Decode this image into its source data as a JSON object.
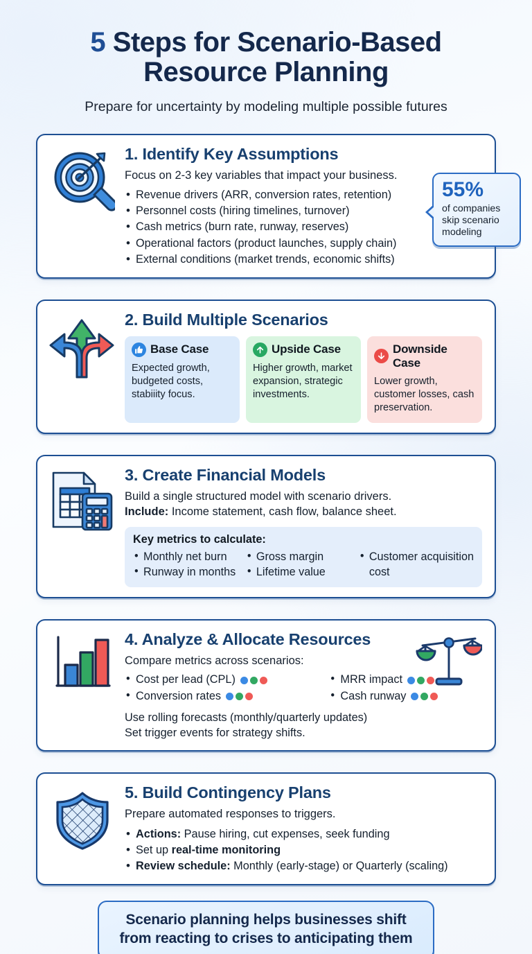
{
  "header": {
    "title_line1_num": "5",
    "title_line1_rest": " Steps for Scenario-Based",
    "title_line2": "Resource Planning",
    "subtitle": "Prepare for uncertainty by modeling multiple possible futures"
  },
  "steps": [
    {
      "icon": "target-magnifier-icon",
      "title": "1. Identify Key Assumptions",
      "lede": "Focus on 2-3 key variables that impact your business.",
      "bullets": [
        "Revenue drivers (ARR, conversion rates, retention)",
        "Personnel costs (hiring timelines, turnover)",
        "Cash metrics (burn rate, runway, reserves)",
        "Operational factors (product launches, supply chain)",
        "External conditions (market trends, economic shifts)"
      ],
      "stat": {
        "number": "55%",
        "text": "of companies skip scenario modeling"
      }
    },
    {
      "icon": "three-way-arrows-icon",
      "title": "2. Build Multiple Scenarios",
      "scenarios": [
        {
          "key": "base",
          "icon": "thumbs-up-icon",
          "name": "Base Case",
          "desc": "Expected growth, budgeted costs, stabiiity focus.",
          "color": "#2d85e0",
          "bg": "#dbeafb"
        },
        {
          "key": "up",
          "icon": "arrow-up-icon",
          "name": "Upside Case",
          "desc": "Higher growth, market expansion, strategic investments.",
          "color": "#27a862",
          "bg": "#d9f5e0"
        },
        {
          "key": "down",
          "icon": "arrow-down-icon",
          "name": "Downside Case",
          "desc": "Lower growth, customer losses, cash preservation.",
          "color": "#eb4b47",
          "bg": "#fbdfdd"
        }
      ]
    },
    {
      "icon": "spreadsheet-calculator-icon",
      "title": "3. Create Financial Models",
      "lede": "Build a single structured model with scenario drivers.",
      "lede2_bold": "Include:",
      "lede2_rest": " Income statement, cash flow, balance sheet.",
      "panel": {
        "title": "Key metrics to calculate:",
        "items": [
          "Monthly net burn",
          "Gross margin",
          "Customer acquisition",
          "Runway in months",
          "Lifetime value",
          "cost"
        ]
      }
    },
    {
      "icon": "bar-chart-icon",
      "icon_right": "balance-scales-icon",
      "title": "4. Analyze & Allocate Resources",
      "lede": "Compare metrics across scenarios:",
      "metrics": [
        "Cost per lead (CPL)",
        "MRR impact",
        "Conversion rates",
        "Cash runway"
      ],
      "dot_colors": [
        "#3b8ae4",
        "#32a862",
        "#ef5a56"
      ],
      "tail_line1": "Use rolling forecasts (monthly/quarterly updates)",
      "tail_line2": "Set trigger events for strategy shifts."
    },
    {
      "icon": "shield-icon",
      "title": "5. Build Contingency Plans",
      "lede": "Prepare automated responses to triggers.",
      "rich_bullets": [
        {
          "bold": "Actions:",
          "rest": " Pause hiring, cut expenses, seek funding"
        },
        {
          "pre": "Set up ",
          "bold": "real-time monitoring",
          "rest": ""
        },
        {
          "bold": "Review schedule:",
          "rest": " Monthly (early-stage) or Quarterly (scaling)"
        }
      ]
    }
  ],
  "footer": {
    "line1": "Scenario planning helps businesses shift",
    "line2": "from reacting to crises to anticipating them"
  },
  "colors": {
    "brand_dark": "#14284b",
    "brand": "#1d4f93",
    "accent": "#2b6cc4",
    "blue": "#3b8ae4",
    "green": "#32a862",
    "red": "#ef5a56"
  }
}
